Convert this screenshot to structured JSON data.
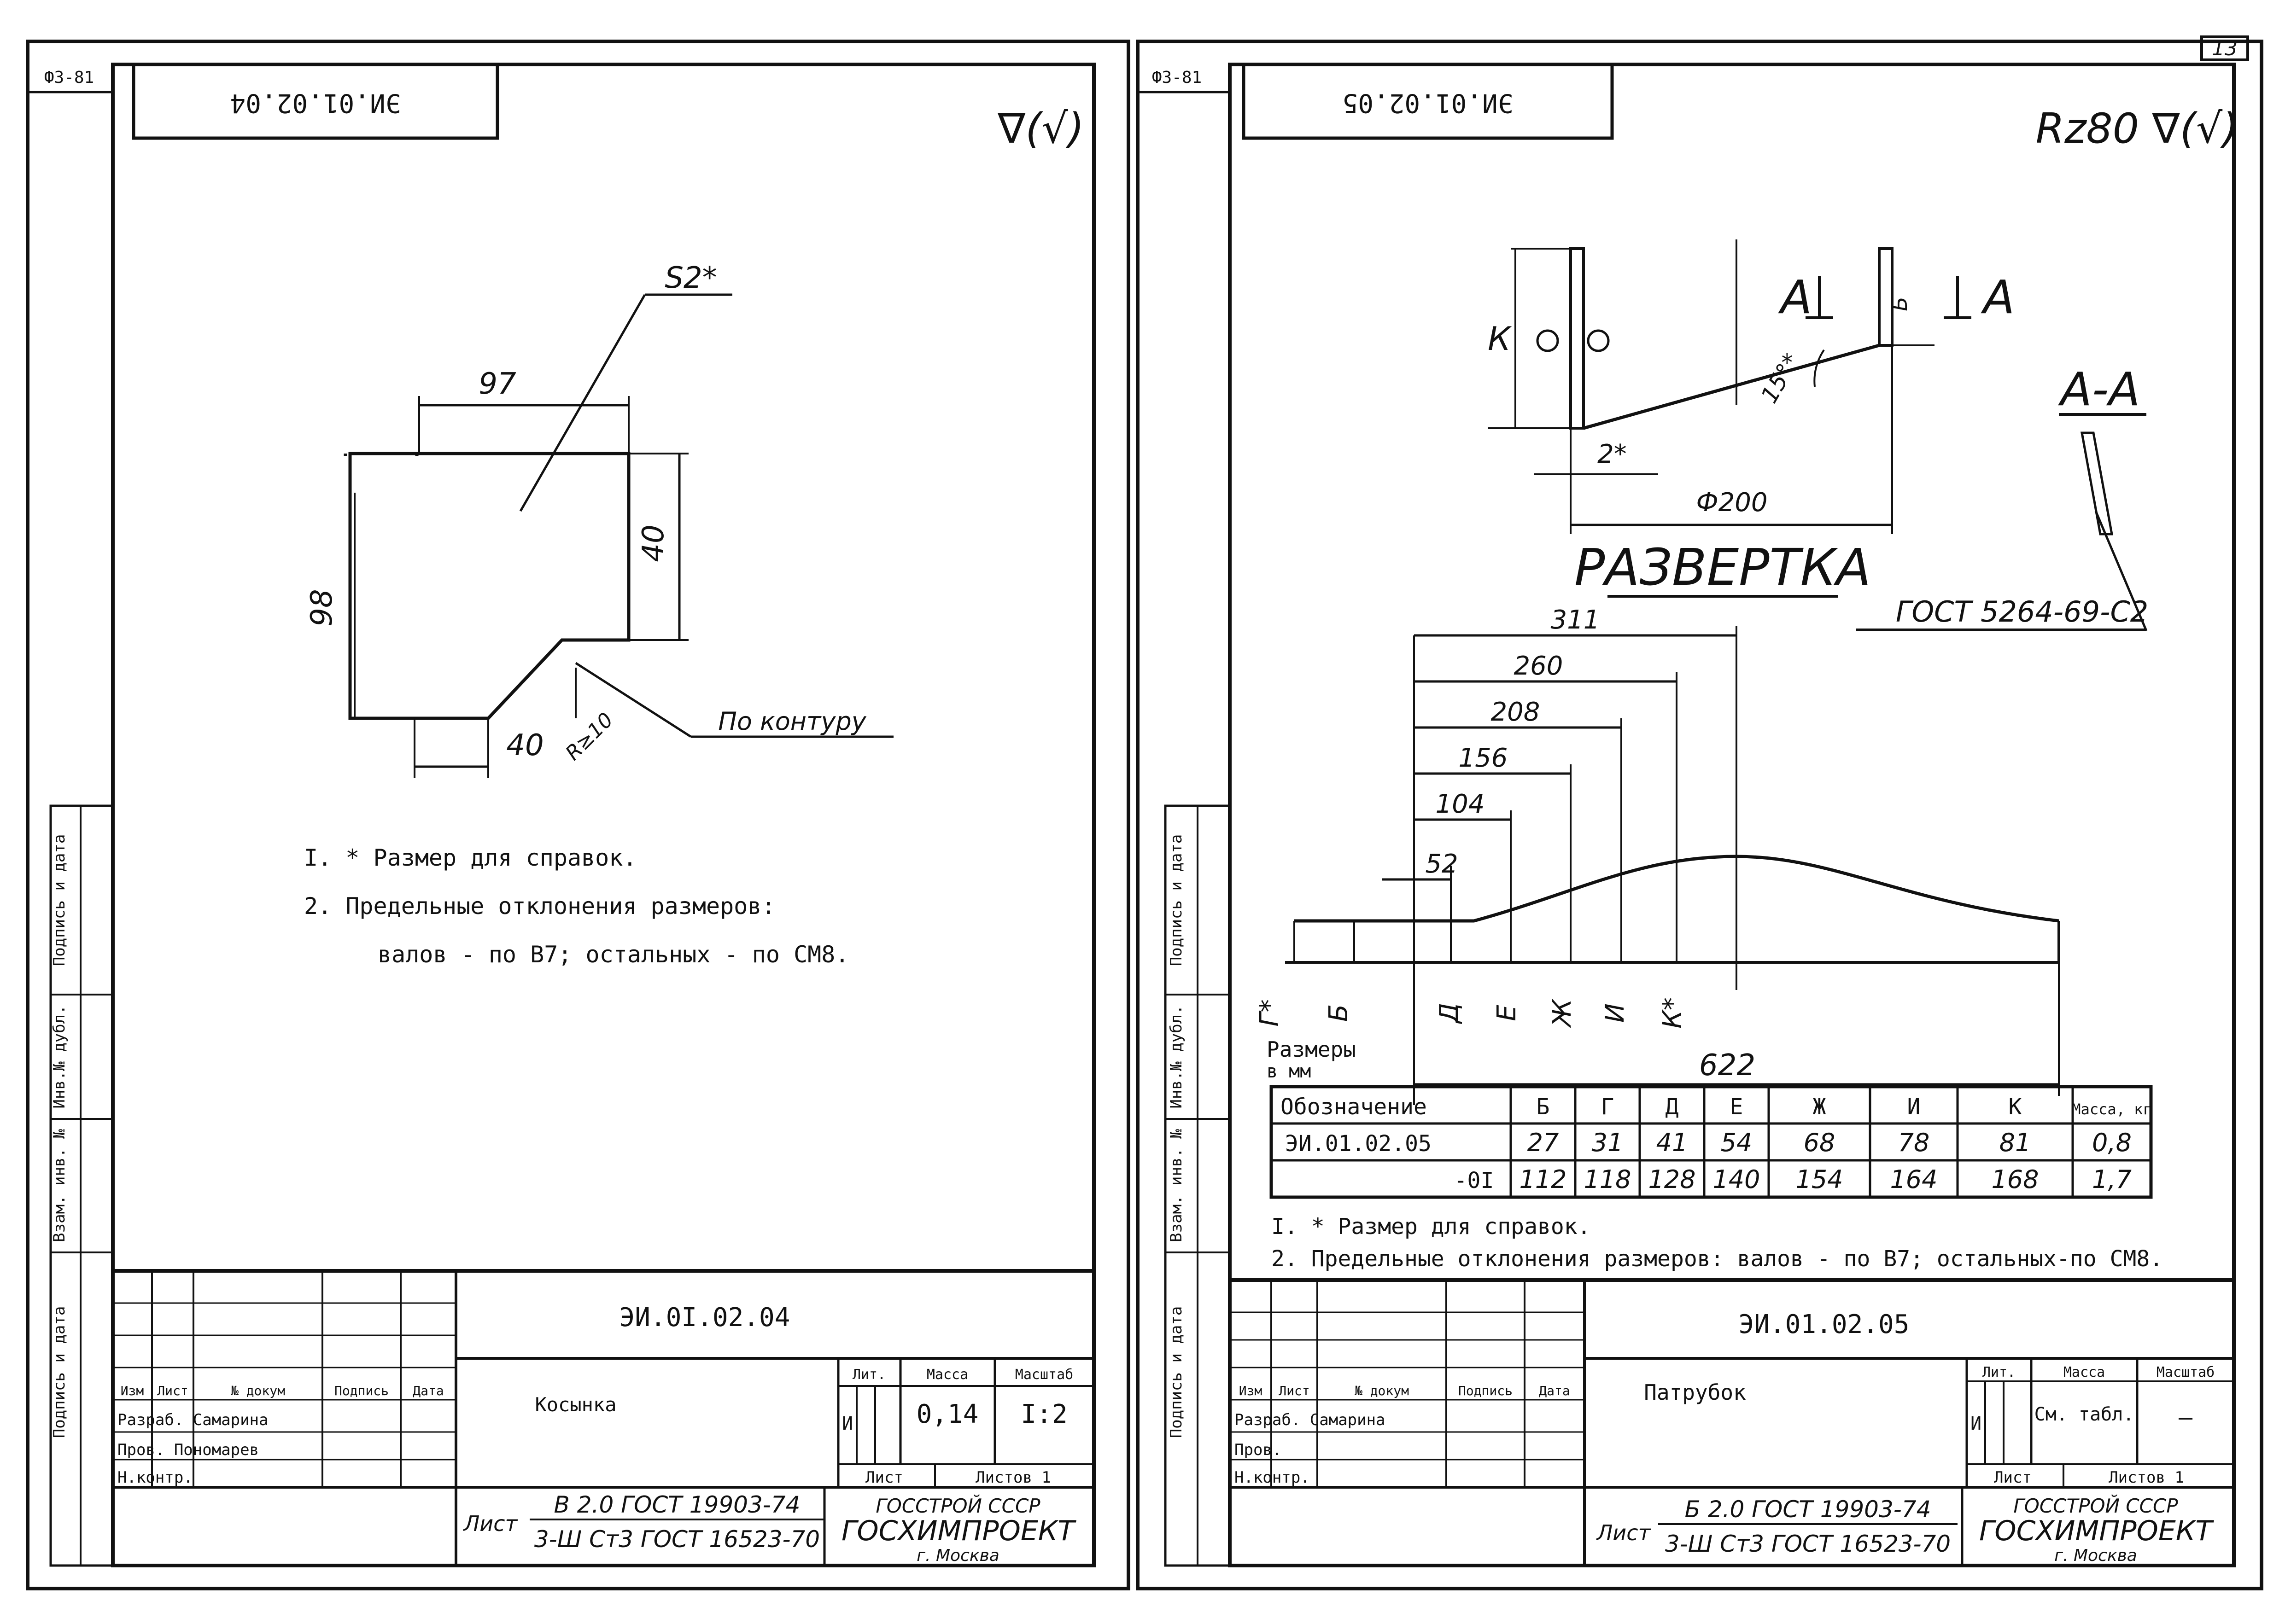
{
  "page_number": "13",
  "left_sheet": {
    "corner_code": "Ф3-81",
    "top_stamp": "ЭИ.01.02.04",
    "roughness": "∇(√)",
    "dims": {
      "s": "S2*",
      "w": "97",
      "h": "98",
      "r": "40",
      "b": "40",
      "rad": "R≥10"
    },
    "contour_label": "По контуру",
    "notes": [
      "I. * Размер для справок.",
      "2. Предельные отклонения размеров:",
      "валов - по В7; остальных - по СМ8."
    ],
    "side_labels": [
      "Подпись и дата",
      "Инв.№ дубл.",
      "Взам. инв. №",
      "Подпись и дата"
    ],
    "title_block": {
      "designation": "ЭИ.0I.02.04",
      "name": "Косынка",
      "hdr": [
        "Изм",
        "Лист",
        "№ докум",
        "Подпись",
        "Дата"
      ],
      "rows": [
        "Разраб. Самарина",
        "Пров. Пономарев",
        "Н.контр."
      ],
      "lit_label": "Лит.",
      "mass_label": "Масса",
      "scale_label": "Масштаб",
      "lit": "И",
      "mass": "0,14",
      "scale": "I:2",
      "sheet_label": "Лист",
      "sheets_label": "Листов 1",
      "list_word": "Лист",
      "material1": "В 2.0 ГОСТ 19903-74",
      "material2": "3-Ш Ст3 ГОСТ 16523-70",
      "org1": "ГОССТРОЙ СССР",
      "org2": "ГОСХИМПРОЕКТ",
      "org3": "г. Москва"
    }
  },
  "right_sheet": {
    "corner_code": "Ф3-81",
    "top_stamp": "ЭИ.01.02.05",
    "roughness": "Rz80 ∇(√)",
    "section_label": "А-А",
    "arrow_a": "А",
    "dims_top": {
      "k": "К",
      "b": "Б",
      "d": "Ф200",
      "gap": "2*",
      "ang": "15°*"
    },
    "unfold_title": "РАЗВЕРТКА",
    "gost_label": "ГОСТ 5264-69-С2",
    "unfold_dims": [
      "311",
      "260",
      "208",
      "156",
      "104",
      "52"
    ],
    "total_len": "622",
    "vert_labels": [
      "Г*",
      "Б",
      "Д",
      "Е",
      "Ж",
      "И",
      "К*"
    ],
    "units_label": [
      "Размеры",
      "в мм"
    ],
    "table": {
      "headers": [
        "Обозначение",
        "Б",
        "Г",
        "Д",
        "Е",
        "Ж",
        "И",
        "К",
        "Масса, кг"
      ],
      "rows": [
        [
          "ЭИ.01.02.05",
          "27",
          "31",
          "41",
          "54",
          "68",
          "78",
          "81",
          "0,8"
        ],
        [
          "-0I",
          "112",
          "118",
          "128",
          "140",
          "154",
          "164",
          "168",
          "1,7"
        ]
      ]
    },
    "notes": [
      "I. * Размер для справок.",
      "2. Предельные отклонения размеров: валов - по В7; остальных-по СМ8."
    ],
    "side_labels": [
      "Подпись и дата",
      "Инв.№ дубл.",
      "Взам. инв. №",
      "Подпись и дата"
    ],
    "title_block": {
      "designation": "ЭИ.01.02.05",
      "name": "Патрубок",
      "hdr": [
        "Изм",
        "Лист",
        "№ докум",
        "Подпись",
        "Дата"
      ],
      "rows": [
        "Разраб. Самарина",
        "Пров.",
        "Н.контр."
      ],
      "lit_label": "Лит.",
      "mass_label": "Масса",
      "scale_label": "Масштаб",
      "lit": "И",
      "mass": "См. табл.",
      "scale": "—",
      "sheet_label": "Лист",
      "sheets_label": "Листов 1",
      "list_word": "Лист",
      "material1": "Б 2.0 ГОСТ 19903-74",
      "material2": "3-Ш Ст3 ГОСТ 16523-70",
      "org1": "ГОССТРОЙ СССР",
      "org2": "ГОСХИМПРОЕКТ",
      "org3": "г. Москва"
    }
  }
}
